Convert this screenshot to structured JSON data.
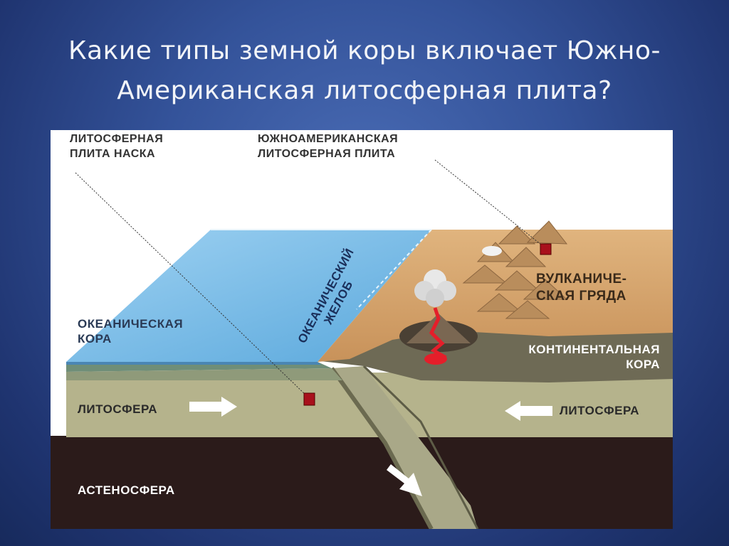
{
  "slide": {
    "title_line1": "Какие типы земной коры включает Южно-",
    "title_line2": "Американская литосферная плита?"
  },
  "diagram": {
    "labels": {
      "nazca_plate_line1": "ЛИТОСФЕРНАЯ",
      "nazca_plate_line2": "ПЛИТА НАСКА",
      "south_american_plate_line1": "ЮЖНОАМЕРИКАНСКАЯ",
      "south_american_plate_line2": "ЛИТОСФЕРНАЯ ПЛИТА",
      "volcanic_ridge_line1": "ВУЛКАНИЧЕ-",
      "volcanic_ridge_line2": "СКАЯ ГРЯДА",
      "oceanic_trench_line1": "ОКЕАНИЧЕСКИЙ",
      "oceanic_trench_line2": "ЖЕЛОБ",
      "oceanic_crust_line1": "ОКЕАНИЧЕСКАЯ",
      "oceanic_crust_line2": "КОРА",
      "continental_crust_line1": "КОНТИНЕНТАЛЬНАЯ",
      "continental_crust_line2": "КОРА",
      "lithosphere_left": "ЛИТОСФЕРА",
      "lithosphere_right": "ЛИТОСФЕРА",
      "asthenosphere": "АСТЕНОСФЕРА"
    },
    "colors": {
      "ocean": "#6fb6e6",
      "oceanic_crust": "#6f8e78",
      "continental_surface": "#d6a772",
      "continental_crust": "#6e6a55",
      "lithosphere": "#b5b38c",
      "asthenosphere": "#2b1b1a",
      "magma": "#e41e2a",
      "marker": "#a8101c"
    }
  }
}
